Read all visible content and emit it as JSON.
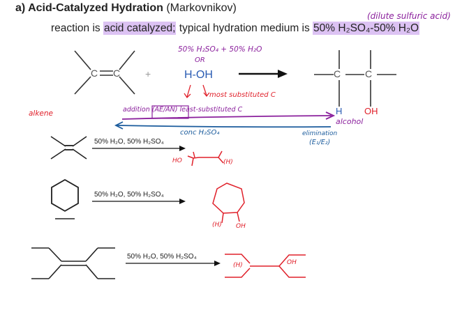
{
  "title": {
    "bold": "a) Acid-Catalyzed Hydration",
    "rest": "(Markovnikov)"
  },
  "subtitle": {
    "pre": "reaction is ",
    "hl1": "acid catalyzed;",
    "mid": " typical hydration medium is ",
    "hl2": "50% H₂SO₄-50% H₂O"
  },
  "general_reaction": {
    "plus": "+",
    "water": "H-OH",
    "c_left": "C",
    "c_right": "C",
    "p_c1": "C",
    "p_c2": "C",
    "p_h": "H",
    "p_oh": "OH"
  },
  "handwritten": {
    "dilute": "(dilute sulfuric acid)",
    "medium": "50% H₂SO₄ + 50% H₂O",
    "or": "OR",
    "most_sub": "most substituted C",
    "alkene": "alkene",
    "addition": "addition (AE/AN) least-substituted C",
    "alcohol": "alcohol",
    "conc": "conc H₂SO₄",
    "elimination": "elimination",
    "e1e2": "(E₁/E₂)",
    "h_mark": "(H)",
    "ho": "HO",
    "oh": "OH"
  },
  "examples": [
    {
      "conditions": "50% H₂O, 50% H₂SO₄"
    },
    {
      "conditions": "50% H₂O, 50% H₂SO₄"
    },
    {
      "conditions": "50% H₂O, 50% H₂SO₄"
    }
  ],
  "colors": {
    "highlight": "#dcc2f3",
    "annotation_red": "#e0202a",
    "annotation_purple": "#8a1f9c",
    "annotation_blue": "#1a5b9c",
    "structure": "#222222"
  }
}
